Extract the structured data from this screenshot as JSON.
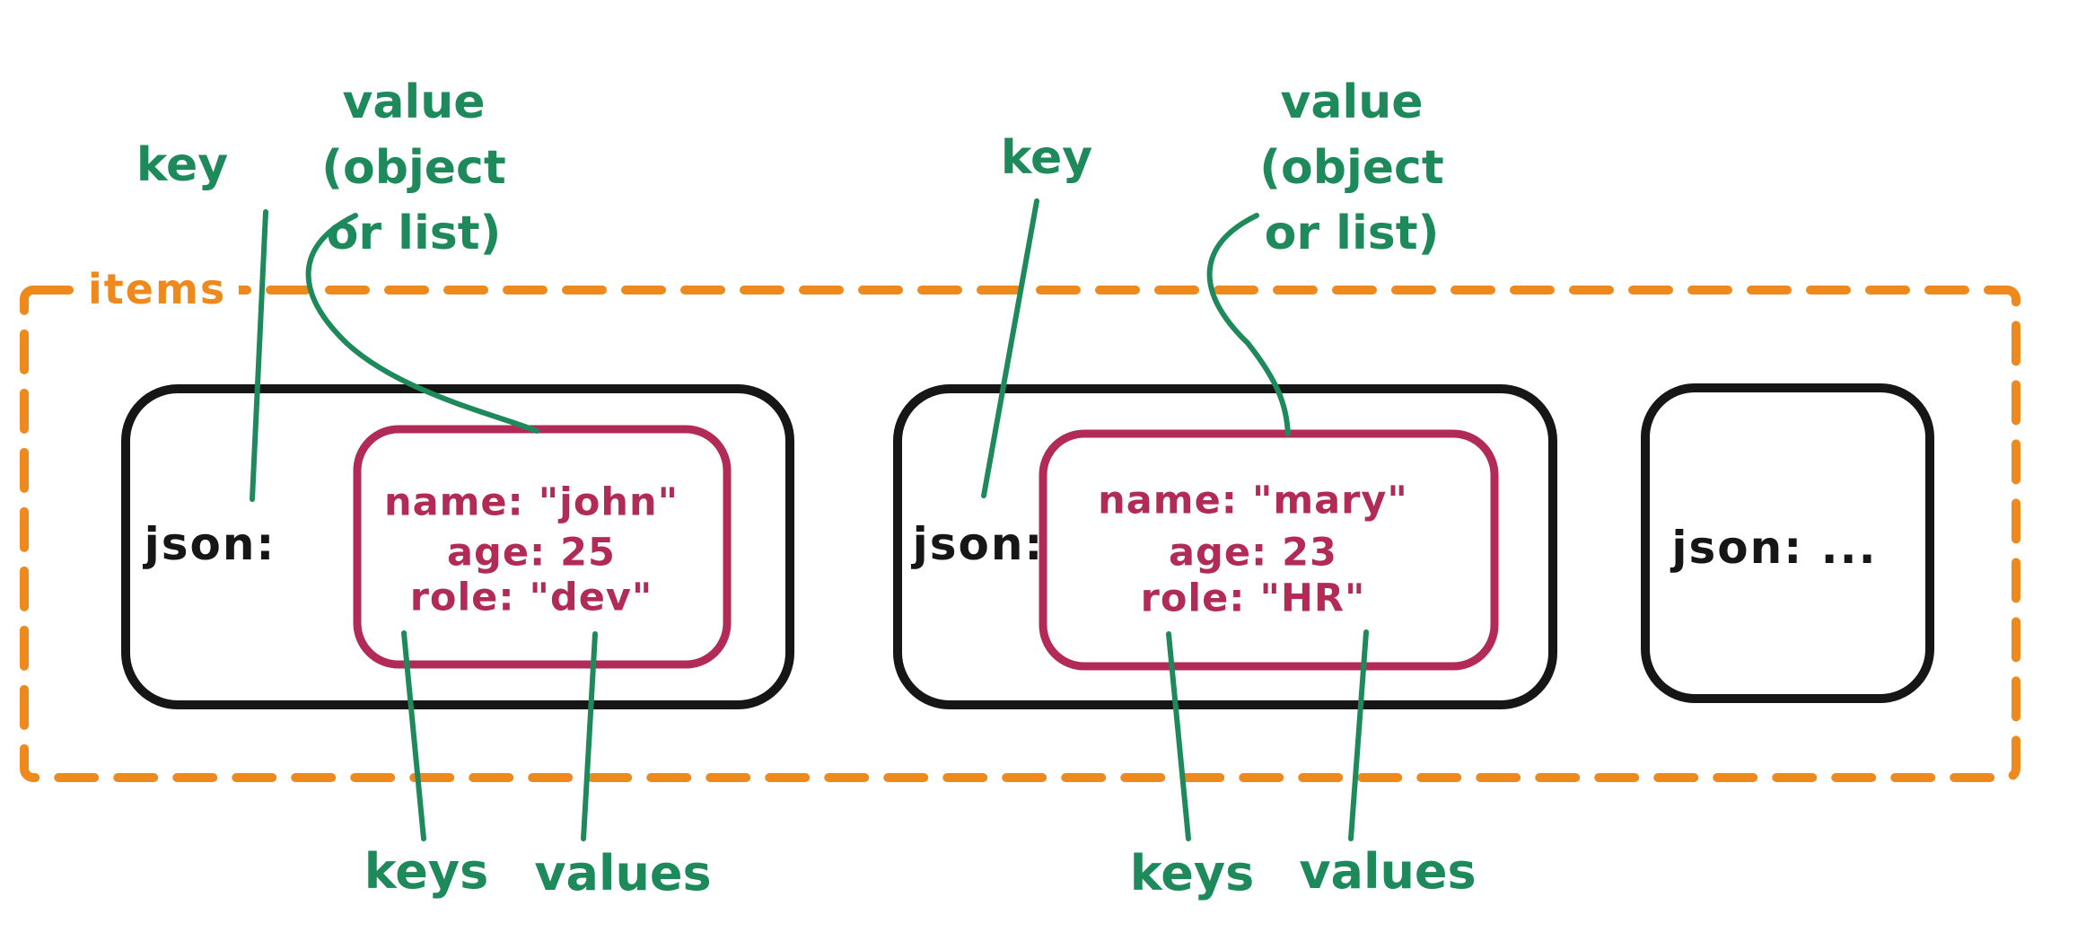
{
  "colors": {
    "green": "#1e8a5c",
    "orange": "#ee8a1d",
    "crimson": "#b22b57",
    "ink": "#161616"
  },
  "boundary": {
    "label": "items"
  },
  "groups": [
    {
      "key_label": "key",
      "value_label_line1": "value",
      "value_label_line2": "(object",
      "value_label_line3": "or list)",
      "keys_label": "keys",
      "values_label": "values",
      "item_key": "json:",
      "object_rows": [
        "name: \"john\"",
        "age: 25",
        "role: \"dev\""
      ]
    },
    {
      "key_label": "key",
      "value_label_line1": "value",
      "value_label_line2": "(object",
      "value_label_line3": "or list)",
      "keys_label": "keys",
      "values_label": "values",
      "item_key": "json:",
      "object_rows": [
        "name: \"mary\"",
        "age: 23",
        "role: \"HR\""
      ]
    }
  ],
  "ellipsis_item": {
    "item_key": "json:  ..."
  }
}
